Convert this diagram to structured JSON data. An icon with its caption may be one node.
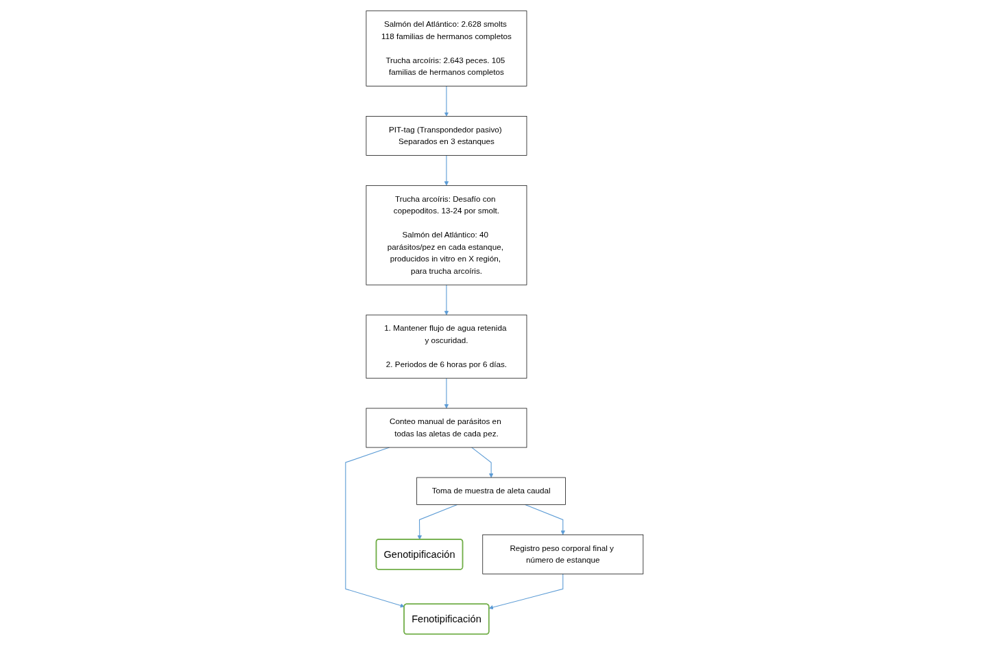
{
  "diagram": {
    "nodes": [
      {
        "text": [
          "Salmón del Atlántico: 2.628 smolts 118 familias de hermanos completos",
          "Trucha arcoíris: 2.643 peces. 105 familias de hermanos completos"
        ]
      },
      {
        "text": [
          "PIT-tag (Transpondedor pasivo) Separados en 3 estanques"
        ]
      },
      {
        "text": [
          "Trucha arcoíris: Desafío con copepoditos. 13-24 por smolt.",
          "Salmón del Atlántico: 40 parásitos/pez en cada estanque, producidos in vitro en X región, para trucha arcoíris."
        ]
      },
      {
        "text": [
          "1. Mantener flujo de agua retenida y oscuridad.",
          "2. Periodos de 6 horas por 6 días."
        ]
      },
      {
        "text": [
          "Conteo manual de parásitos en todas las aletas de cada pez."
        ]
      },
      {
        "text": [
          "Toma de muestra de aleta caudal"
        ]
      },
      {
        "text": [
          "Registro peso corporal final y número de estanque"
        ]
      },
      {
        "text": [
          "Fenotipificación"
        ]
      },
      {
        "text": [
          "Genotipificación"
        ]
      }
    ],
    "edges": [
      {
        "from": 0,
        "to": 1,
        "arrow": "to"
      },
      {
        "from": 1,
        "to": 2,
        "arrow": "to"
      },
      {
        "from": 2,
        "to": 3,
        "arrow": "to"
      },
      {
        "from": 3,
        "to": 4,
        "arrow": "to"
      },
      {
        "from": 4,
        "to": 7,
        "arrow": "to"
      },
      {
        "from": 4,
        "to": 5,
        "arrow": "to"
      },
      {
        "from": 5,
        "to": 8,
        "arrow": "to"
      },
      {
        "from": 5,
        "to": 6,
        "arrow": "to"
      },
      {
        "from": 6,
        "to": 7,
        "arrow": "to"
      }
    ]
  }
}
